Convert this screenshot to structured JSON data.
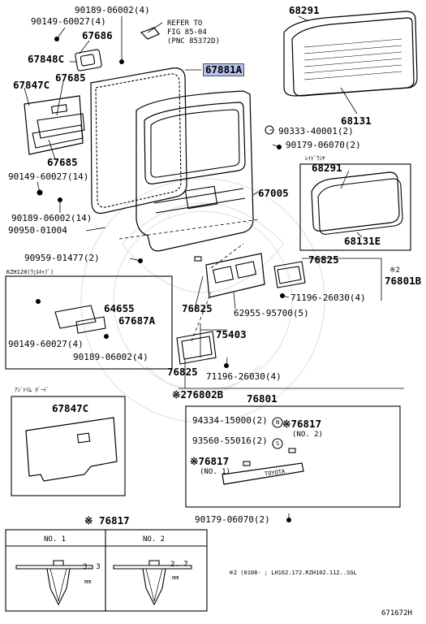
{
  "labels": {
    "p90189_06002_4_top": "90189-06002(4)",
    "p90149_60027_4_top": "90149-60027(4)",
    "refer_line1": "REFER TO",
    "refer_line2": "FIG 85-04",
    "refer_line3": "(PNC 85372D)",
    "p67686": "67686",
    "p67848C": "67848C",
    "p67881A": "67881A",
    "p67847C_top": "67847C",
    "p67685_a": "67685",
    "p67685_b": "67685",
    "p90149_60027_14": "90149-60027(14)",
    "p90189_06002_14": "90189-06002(14)",
    "p90950_01004": "90950-01004",
    "p68291_top": "68291",
    "p68131": "68131",
    "p90333_40001": "90333-40001(2)",
    "p90179_06070_2": "90179-06070(2)",
    "rear_note": "ﾚｲﾄﾞｳｼﾔ",
    "p68291_sub": "68291",
    "p68131E": "68131E",
    "p67005": "67005",
    "p90959_01477": "90959-01477(2)",
    "kzh_note": "KZH120(ｳｪﾙｷｬﾌﾞ)",
    "p64655": "64655",
    "p67687A": "67687A",
    "p90149_60027_4_box": "90149-60027(4)",
    "p90189_06002_4_box": "90189-06002(4)",
    "p76825_a": "76825",
    "p76825_b": "76825",
    "p76825_c": "76825",
    "star2_a": "※2",
    "p76801B": "76801B",
    "p71196_a": "71196-26030(4)",
    "p62955": "62955-95700(5)",
    "p75403": "75403",
    "p71196_b": "71196-26030(4)",
    "p76802B": "※276802B",
    "awd_note": "ｱｼﾞﾄﾘﾑ ﾎﾞｰﾄﾞ",
    "p67847C_box": "67847C",
    "p76801": "76801",
    "p94334": "94334-15000(2)",
    "p93560": "93560-55016(2)",
    "p76817_n": "※76817",
    "no2_a": "(NO. 2)",
    "p76817_1": "※76817",
    "no1_a": "(NO. 1)",
    "p90179_06070_bot": "90179-06070(2)",
    "emblem": "TOYOTA",
    "marker_n": "N",
    "marker_s": "S",
    "p76817_tbl": "※ 76817",
    "tbl_no1": "NO. 1",
    "tbl_no2": "NO. 2",
    "dim1": "3. 3",
    "dim2": "2. 7",
    "mm1": "mm",
    "mm2": "mm",
    "footnote": "※2 (0108-     ; LH162.172.RZH102.112..SGL",
    "figid": "671672H"
  }
}
